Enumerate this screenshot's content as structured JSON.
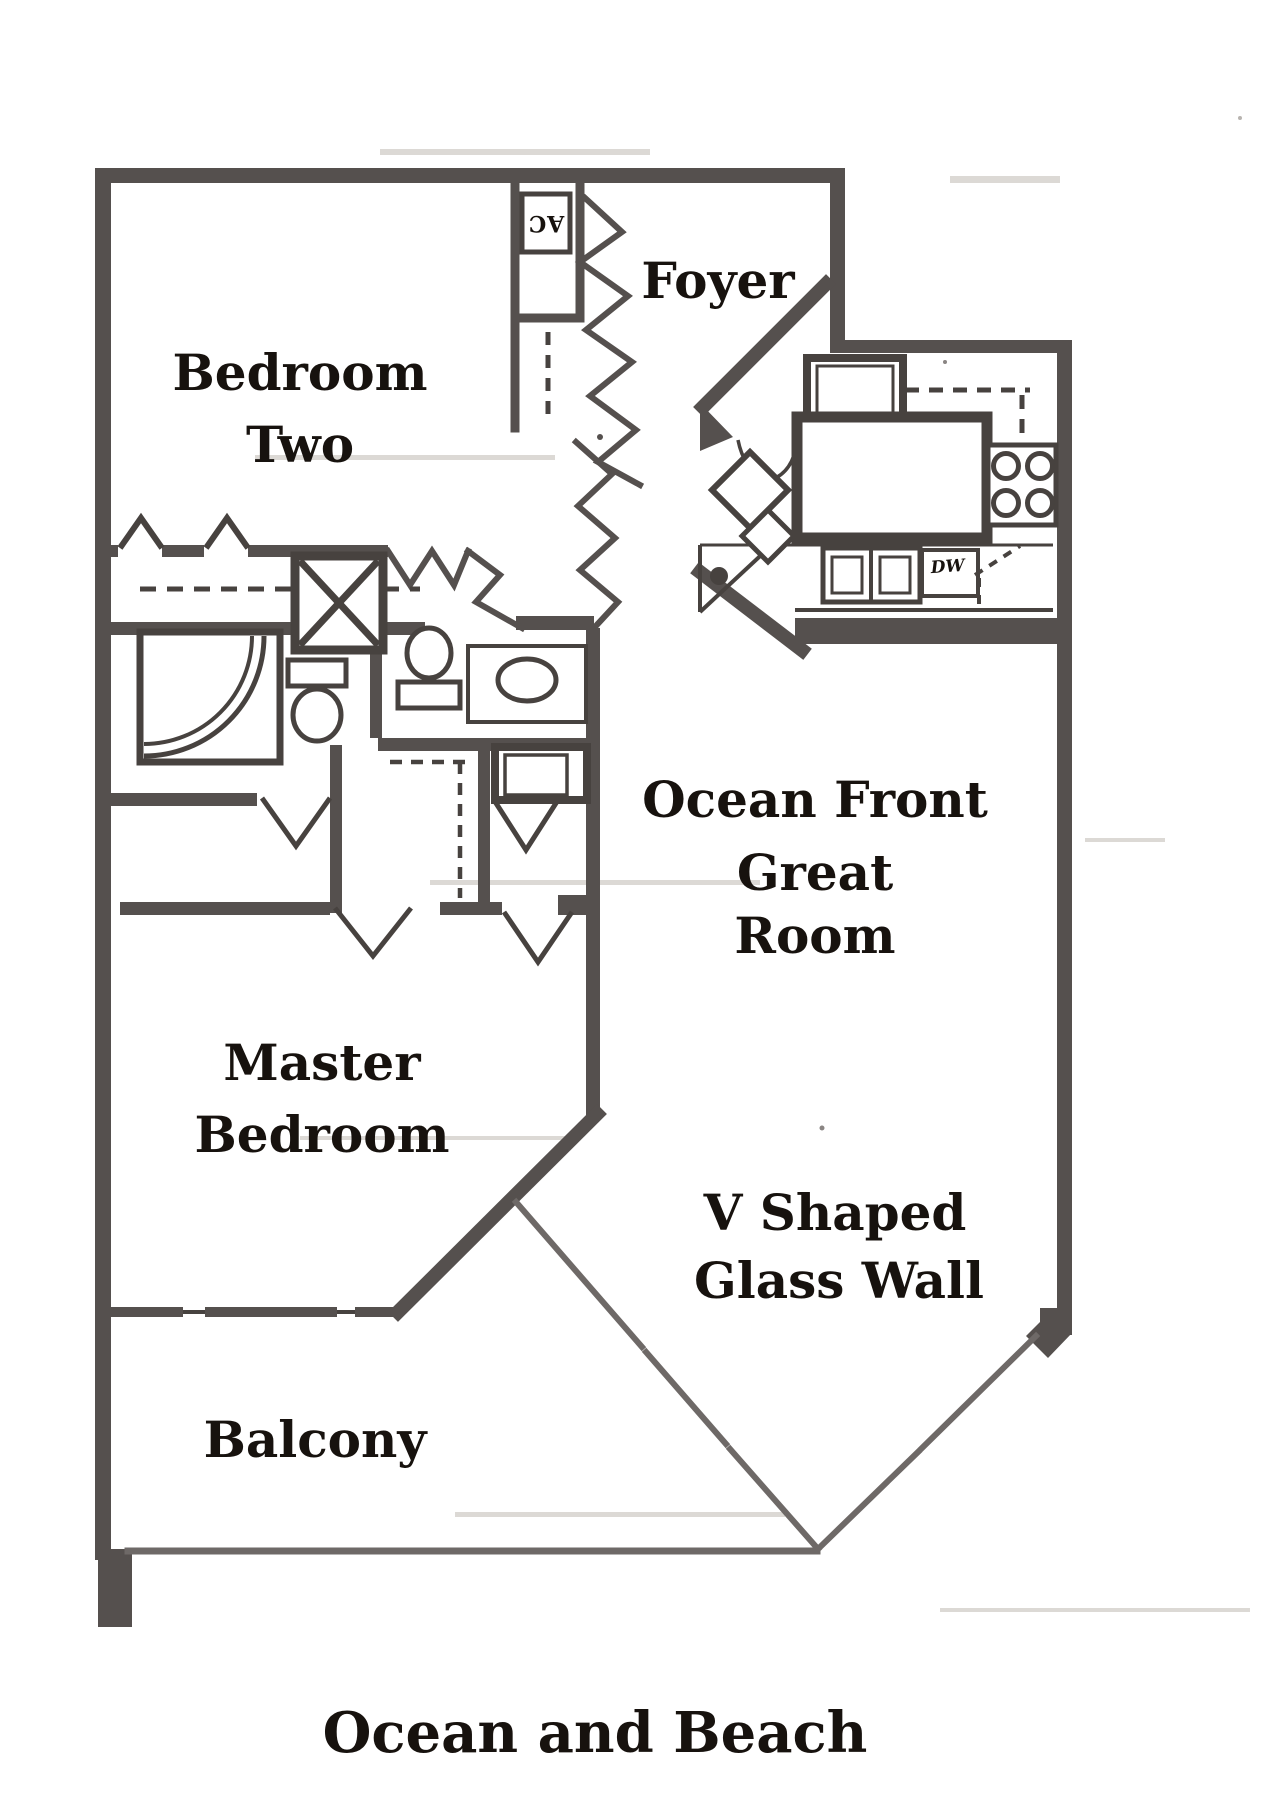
{
  "plan": {
    "colors": {
      "wall": "#55504e",
      "line": "#47423f",
      "glass": "#6e6967",
      "text": "#17120e",
      "paper": "#ffffff",
      "faint": "#dcd9d5"
    },
    "rooms": {
      "bedroom_two": {
        "line1": "Bedroom",
        "line2": "Two"
      },
      "foyer": {
        "label": "Foyer"
      },
      "great_room": {
        "line1": "Ocean Front",
        "line2": "Great",
        "line3": "Room"
      },
      "master_bedroom": {
        "line1": "Master",
        "line2": "Bedroom"
      },
      "glass_wall": {
        "line1": "V Shaped",
        "line2": "Glass Wall"
      },
      "balcony": {
        "label": "Balcony"
      }
    },
    "caption": "Ocean and Beach",
    "fixtures": {
      "ac": "AC",
      "dishwasher": "DW"
    }
  }
}
